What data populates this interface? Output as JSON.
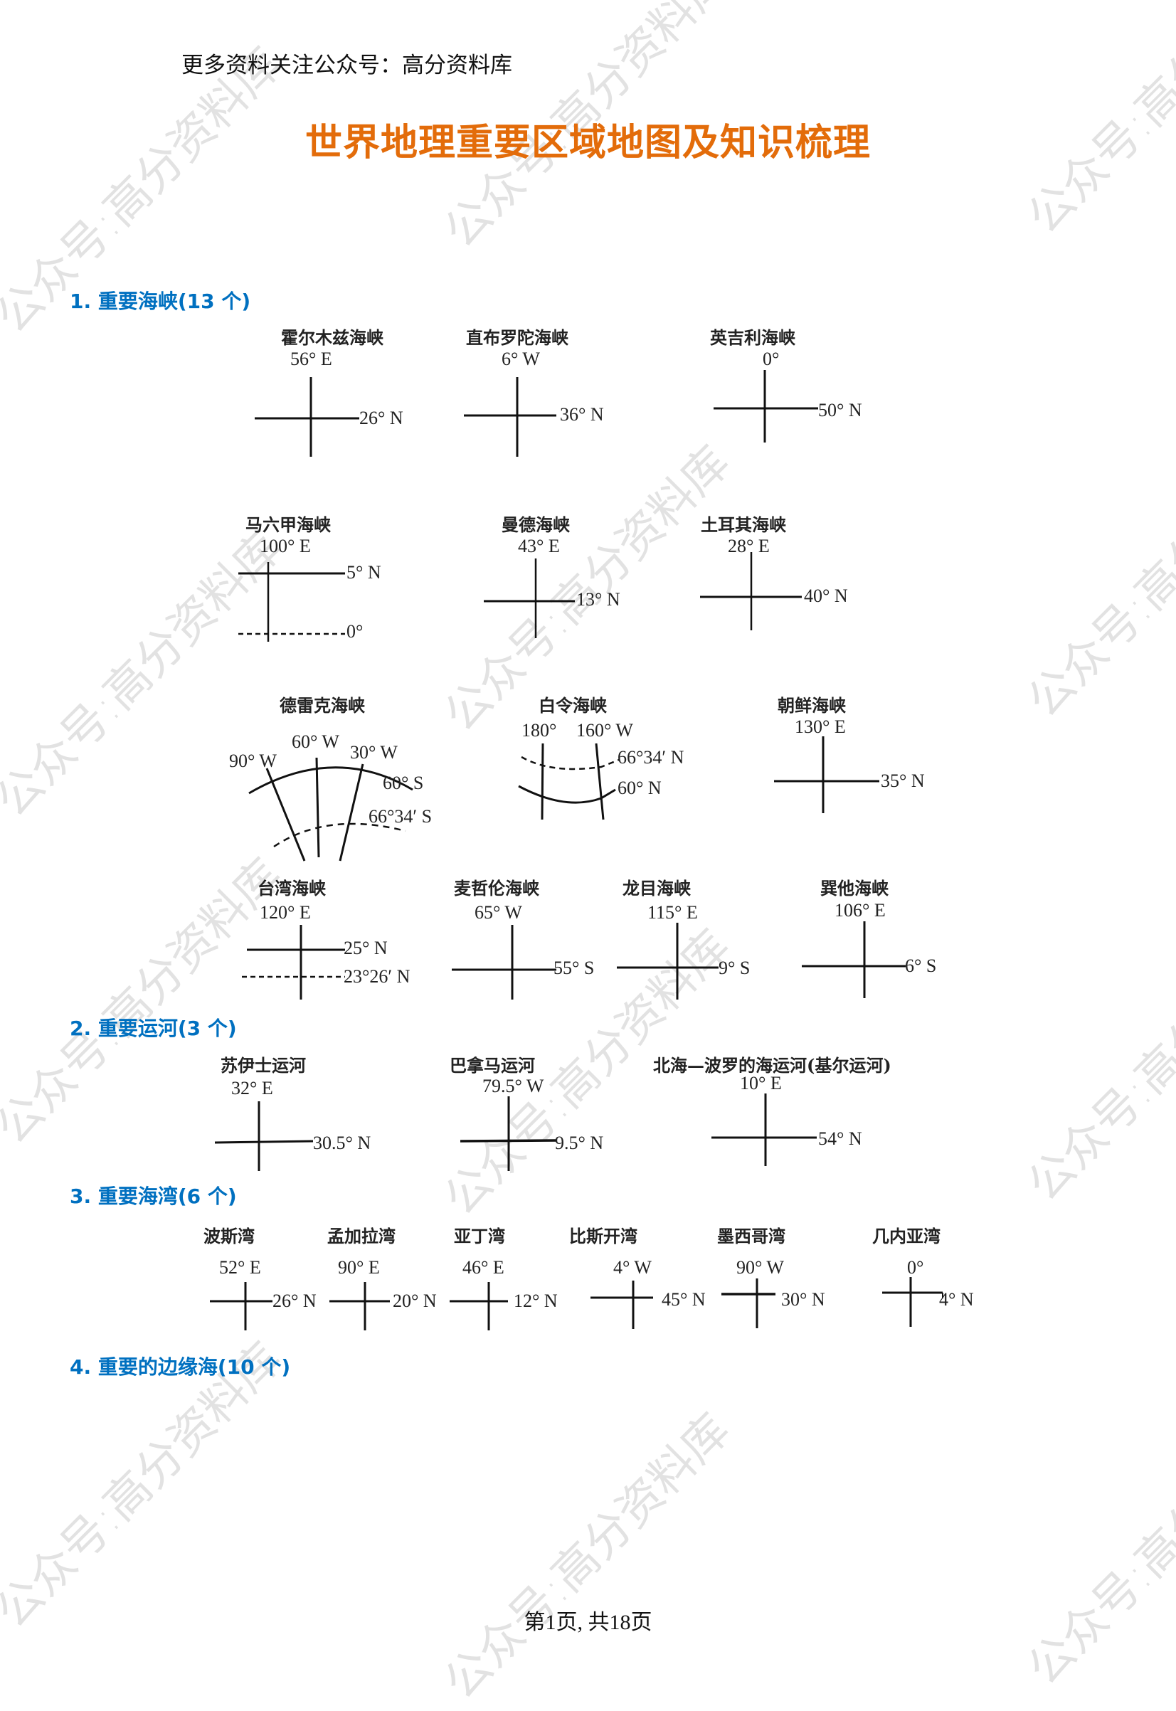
{
  "header": {
    "promo": "更多资料关注公众号：高分资料库",
    "title": "世界地理重要区域地图及知识梳理"
  },
  "watermark": {
    "text": "公众号:高分资料库"
  },
  "sections": [
    {
      "heading": "1. 重要海峡(13 个)",
      "items": [
        {
          "name": "霍尔木兹海峡",
          "lon": "56° E",
          "lat": "26° N"
        },
        {
          "name": "直布罗陀海峡",
          "lon": "6° W",
          "lat": "36° N"
        },
        {
          "name": "英吉利海峡",
          "lon": "0°",
          "lat": "50° N"
        },
        {
          "name": "马六甲海峡",
          "lon": "100° E",
          "lat": "5° N",
          "lat2": "0°"
        },
        {
          "name": "曼德海峡",
          "lon": "43° E",
          "lat": "13° N"
        },
        {
          "name": "土耳其海峡",
          "lon": "28° E",
          "lat": "40° N"
        },
        {
          "name": "德雷克海峡",
          "lon": "60° W",
          "lon_left": "90° W",
          "lon_right": "30° W",
          "lat": "60° S",
          "lat2": "66°34′ S"
        },
        {
          "name": "白令海峡",
          "lon": "180°",
          "lon_right": "160° W",
          "lat": "60° N",
          "lat2": "66°34′ N"
        },
        {
          "name": "朝鲜海峡",
          "lon": "130° E",
          "lat": "35° N"
        },
        {
          "name": "台湾海峡",
          "lon": "120° E",
          "lat": "25° N",
          "lat2": "23°26′ N"
        },
        {
          "name": "麦哲伦海峡",
          "lon": "65° W",
          "lat": "55° S"
        },
        {
          "name": "龙目海峡",
          "lon": "115° E",
          "lat": "9° S"
        },
        {
          "name": "巽他海峡",
          "lon": "106° E",
          "lat": "6° S"
        }
      ]
    },
    {
      "heading": "2. 重要运河(3 个)",
      "items": [
        {
          "name": "苏伊士运河",
          "lon": "32° E",
          "lat": "30.5° N"
        },
        {
          "name": "巴拿马运河",
          "lon": "79.5° W",
          "lat": "9.5° N"
        },
        {
          "name": "北海—波罗的海运河(基尔运河)",
          "lon": "10° E",
          "lat": "54° N"
        }
      ]
    },
    {
      "heading": "3. 重要海湾(6 个)",
      "items": [
        {
          "name": "波斯湾",
          "lon": "52° E",
          "lat": "26° N"
        },
        {
          "name": "孟加拉湾",
          "lon": "90° E",
          "lat": "20° N"
        },
        {
          "name": "亚丁湾",
          "lon": "46° E",
          "lat": "12° N"
        },
        {
          "name": "比斯开湾",
          "lon": "4° W",
          "lat": "45° N"
        },
        {
          "name": "墨西哥湾",
          "lon": "90° W",
          "lat": "30° N"
        },
        {
          "name": "几内亚湾",
          "lon": "0°",
          "lat": "4° N"
        }
      ]
    },
    {
      "heading": "4. 重要的边缘海(10 个)",
      "items": []
    }
  ],
  "footer": {
    "page": "第1页, 共18页"
  }
}
